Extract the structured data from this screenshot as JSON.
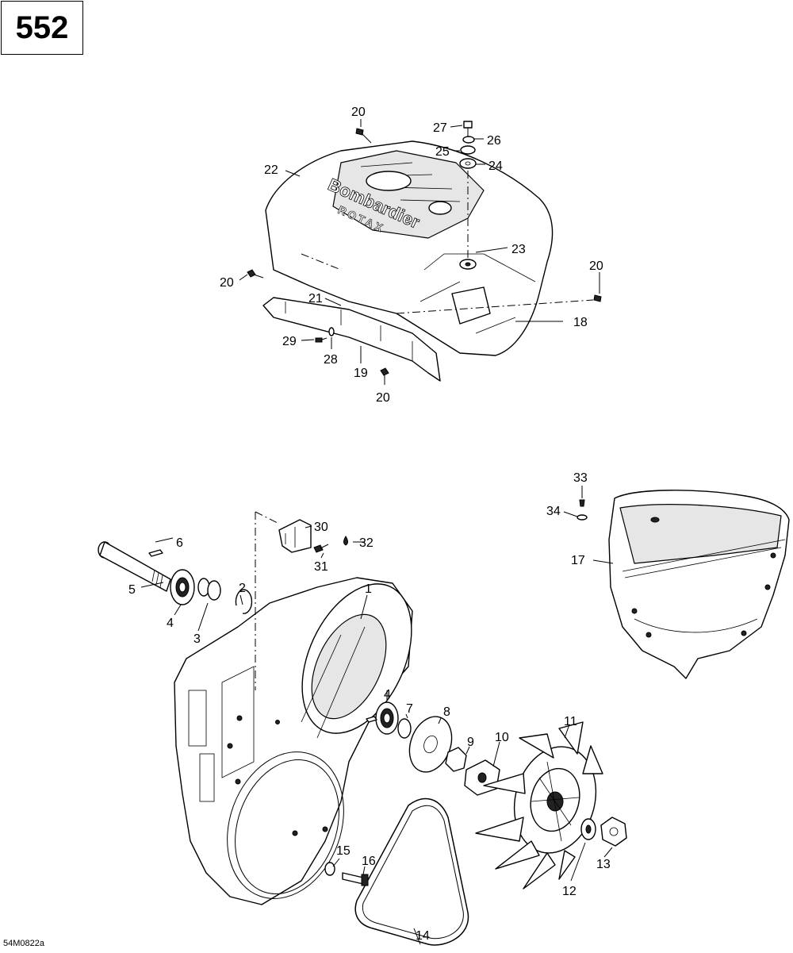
{
  "page_number": "552",
  "reference_code": "54M0822a",
  "cover_branding": {
    "brand": "Bombardier",
    "sub": "ROTAX"
  },
  "callouts": [
    "1",
    "2",
    "3",
    "4",
    "4",
    "5",
    "6",
    "7",
    "8",
    "9",
    "10",
    "11",
    "12",
    "13",
    "14",
    "15",
    "16",
    "17",
    "18",
    "19",
    "20",
    "20",
    "20",
    "20",
    "21",
    "22",
    "23",
    "24",
    "25",
    "26",
    "27",
    "28",
    "29",
    "30",
    "31",
    "32",
    "33",
    "34"
  ]
}
